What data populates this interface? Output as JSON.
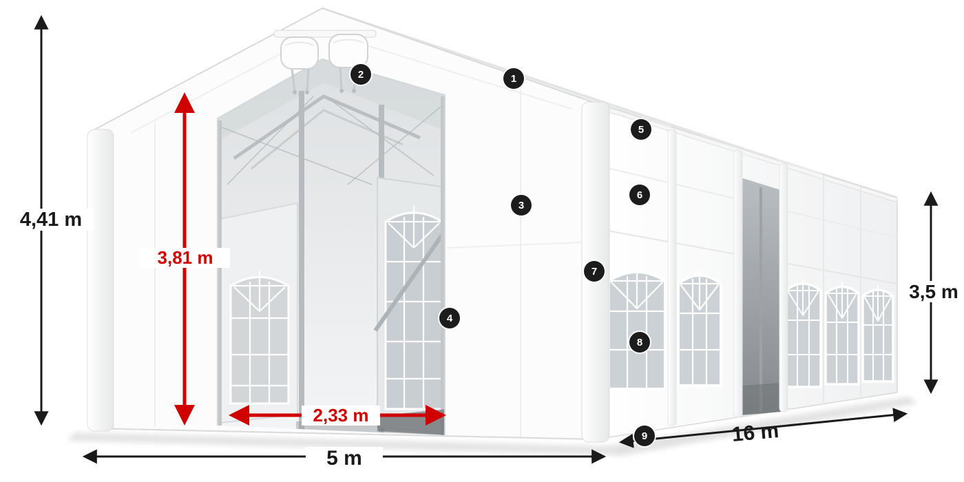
{
  "diagram": {
    "dimensions": {
      "total_height": "4,41 m",
      "entrance_height": "3,81 m",
      "entrance_width": "2,33 m",
      "width": "5 m",
      "length": "16 m",
      "side_height": "3,5 m"
    },
    "markers": [
      {
        "number": "1"
      },
      {
        "number": "2"
      },
      {
        "number": "3"
      },
      {
        "number": "4"
      },
      {
        "number": "5"
      },
      {
        "number": "6"
      },
      {
        "number": "7"
      },
      {
        "number": "8"
      },
      {
        "number": "9"
      }
    ],
    "colors": {
      "dimension_black": "#1a1a1a",
      "dimension_red": "#d10000",
      "marker_background": "#1c1c1c",
      "marker_text": "#ffffff",
      "tent_white": "#fcfcfc",
      "glass_gray": "#ccd1d5"
    }
  }
}
